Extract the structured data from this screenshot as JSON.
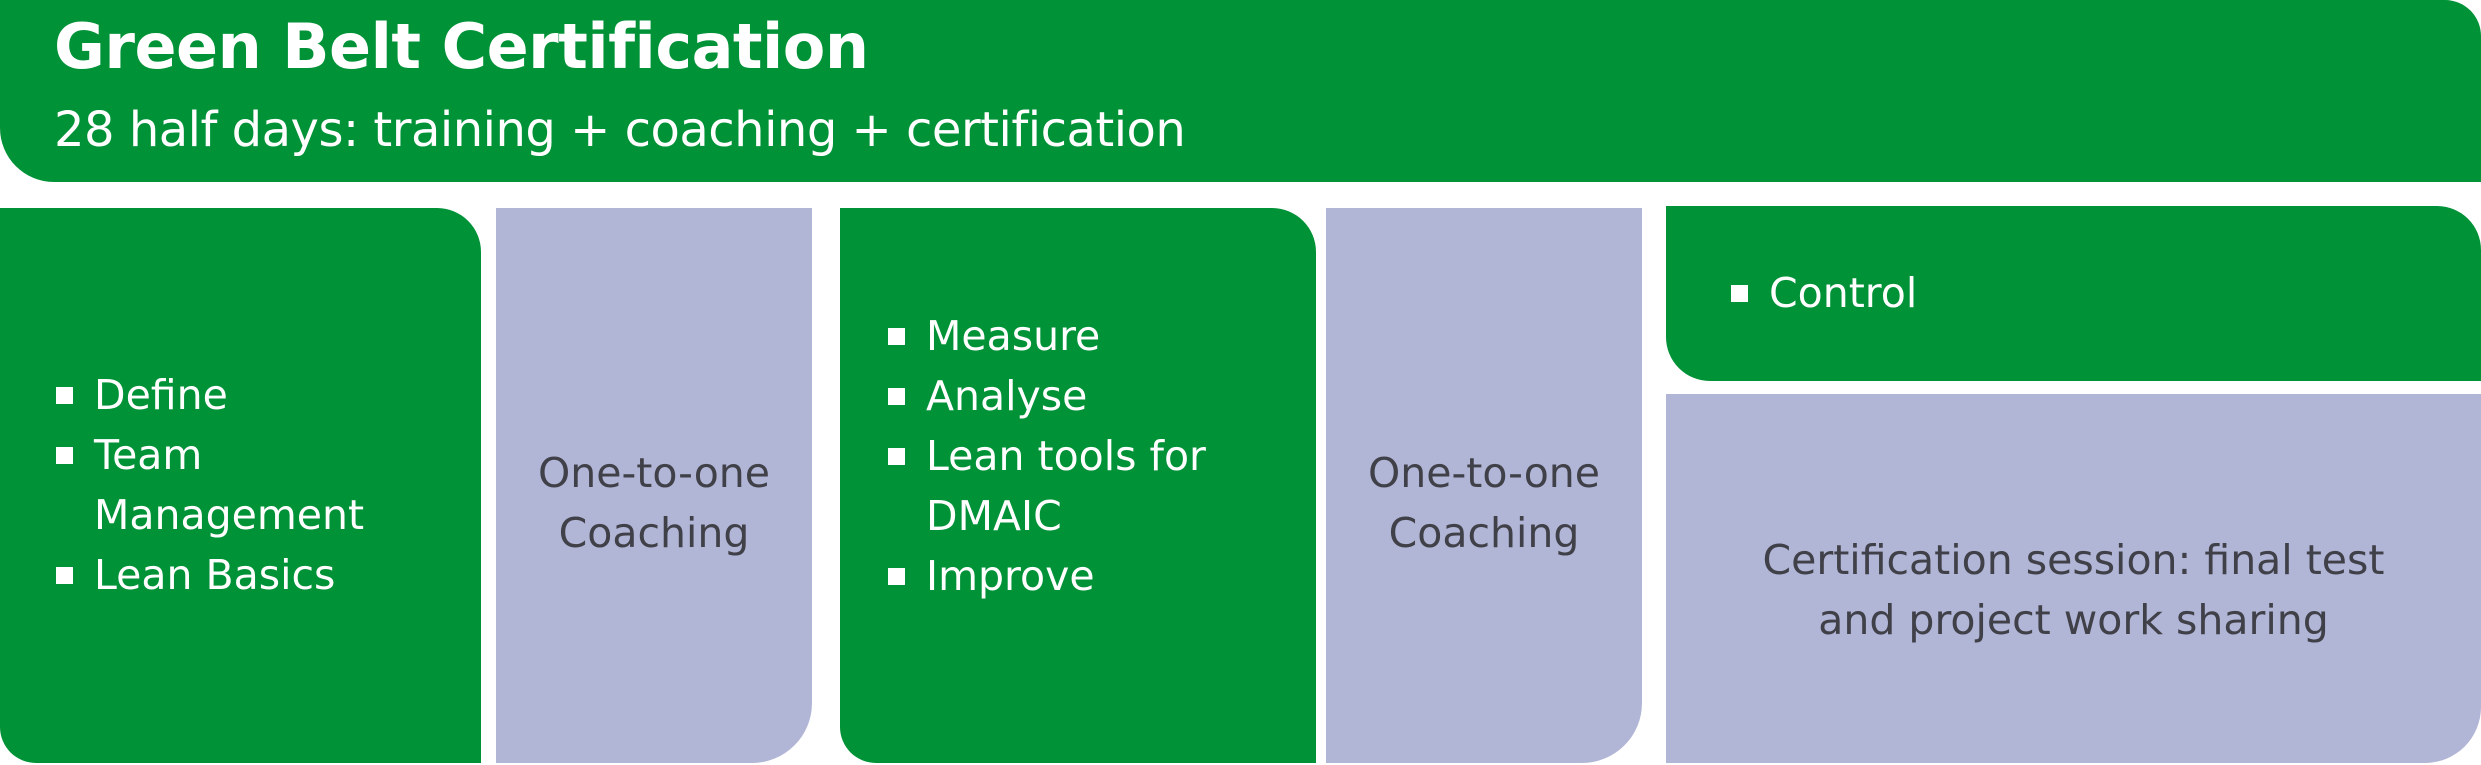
{
  "header": {
    "title": "Green Belt Certification",
    "subtitle": "28 half days: training + coaching + certification"
  },
  "phase1": {
    "items": [
      "Define",
      "Team",
      "Management",
      "Lean Basics"
    ]
  },
  "coaching1": {
    "line1": "One-to-one",
    "line2": "Coaching"
  },
  "phase2": {
    "items": [
      "Measure",
      "Analyse",
      "Lean tools for",
      "DMAIC",
      "Improve"
    ]
  },
  "coaching2": {
    "line1": "One-to-one",
    "line2": "Coaching"
  },
  "phase3": {
    "items": [
      "Control"
    ]
  },
  "certification": {
    "line1": "Certification session: final test",
    "line2": "and project work sharing"
  },
  "colors": {
    "green": "#009237",
    "lavender": "#b1b5d6",
    "dark_text": "#404048",
    "light_text": "#ffffff"
  },
  "icons": {
    "bullet": "square-bullet-icon"
  }
}
